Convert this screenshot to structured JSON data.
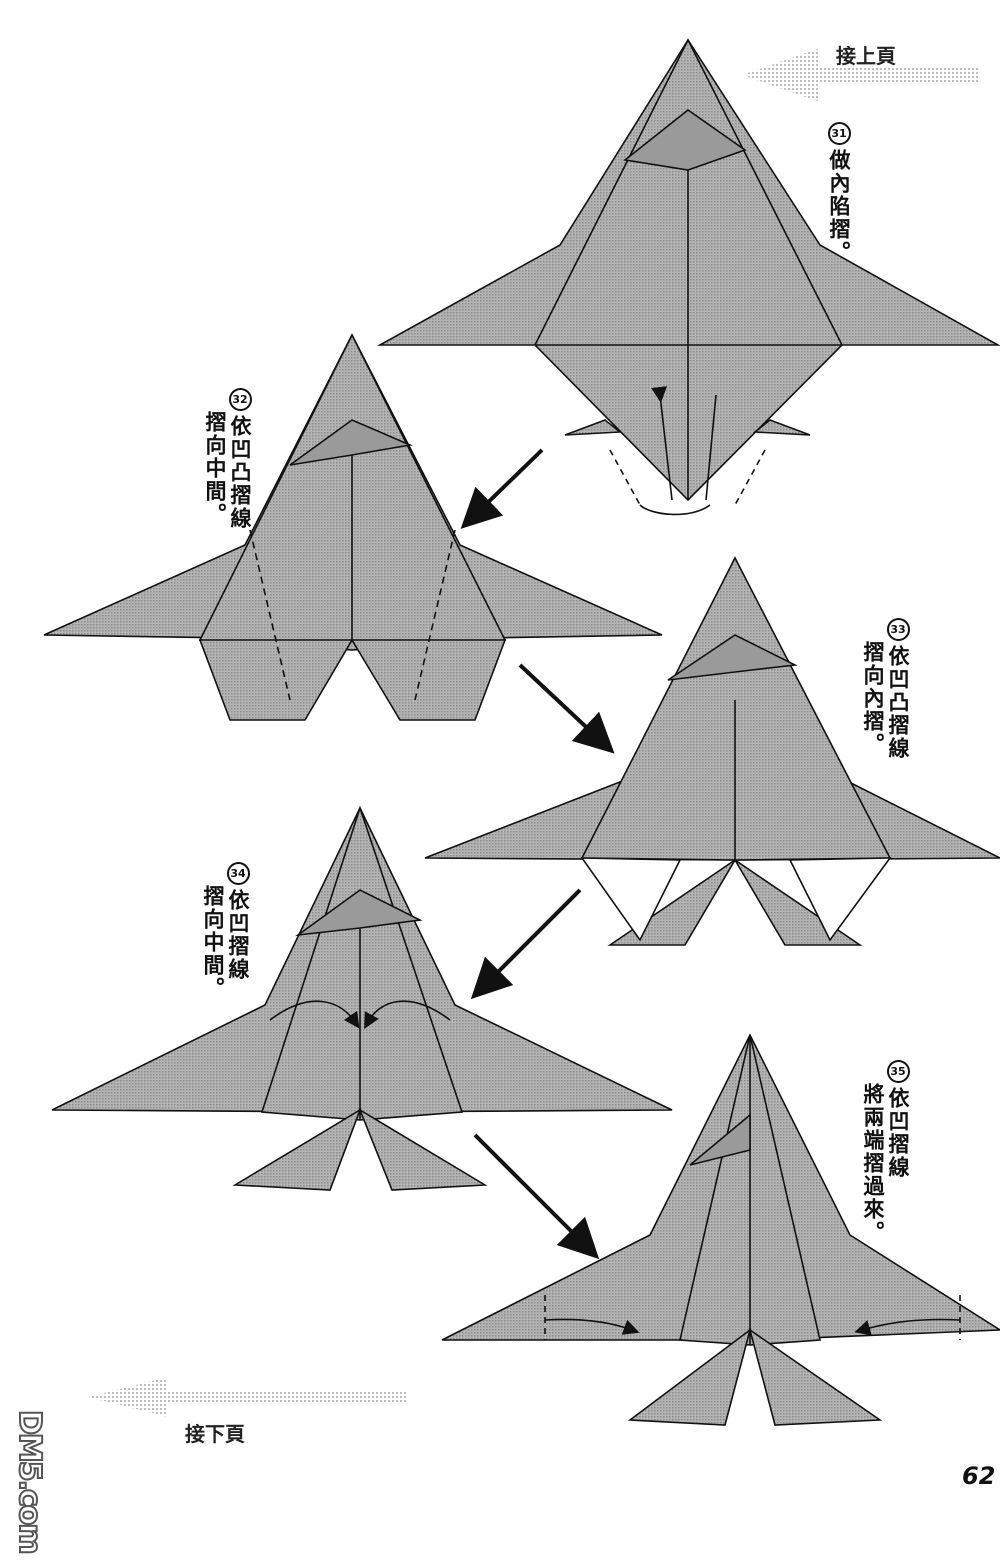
{
  "page": {
    "continue_from_prev": "接上頁",
    "continue_to_next": "接下頁",
    "page_number": "62",
    "watermark": "DM5.com"
  },
  "colors": {
    "paper_fill": "#a9a9a9",
    "paper_dark": "#8a8a8a",
    "line": "#111111",
    "arrow_fill": "#cfcfcf"
  },
  "steps": [
    {
      "num": "31",
      "line1": "做內陷摺。",
      "line2": ""
    },
    {
      "num": "32",
      "line1": "依凹凸摺線",
      "line2": "摺向中間。"
    },
    {
      "num": "33",
      "line1": "依凹凸摺線",
      "line2": "摺向內摺。"
    },
    {
      "num": "34",
      "line1": "依凹摺線",
      "line2": "摺向中間。"
    },
    {
      "num": "35",
      "line1": "依凹摺線",
      "line2": "將兩端摺過來。"
    }
  ]
}
